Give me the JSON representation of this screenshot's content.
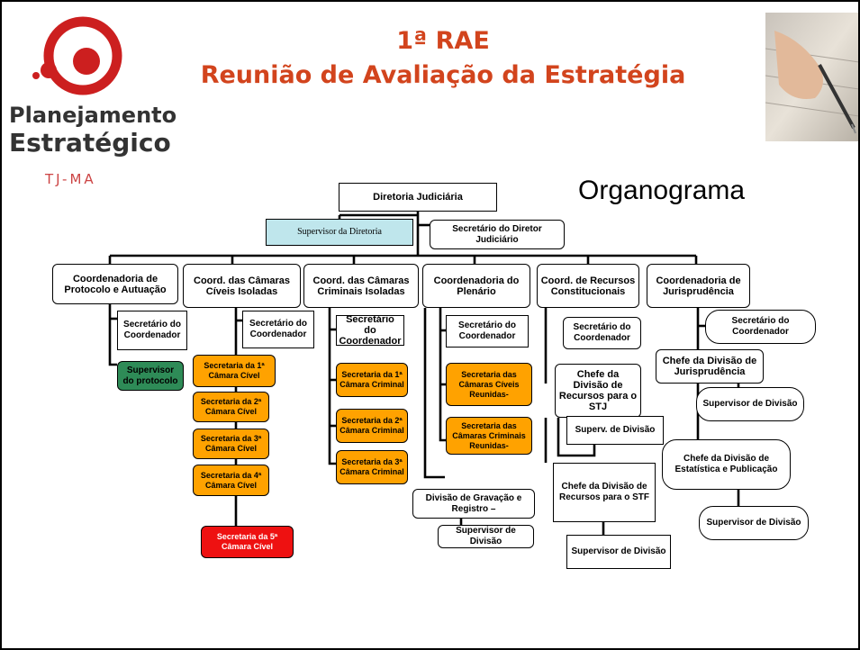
{
  "header": {
    "title_line1": "1ª RAE",
    "title_line2": "Reunião de Avaliação da Estratégia",
    "logo": {
      "line1": "Planejamento",
      "line2": "Estratégico",
      "line3": "TJ-MA",
      "icon": "target-dots-logo"
    },
    "photo": "hand-writing-pen-image"
  },
  "org_label": "Organograma",
  "nodes": {
    "diretoria": "Diretoria Judiciária",
    "supervisor_diretoria": "Supervisor da Diretoria",
    "secretario_diretor": "Secretário do Diretor Judiciário",
    "coord_protocolo": "Coordenadoria de Protocolo e Autuação",
    "sec_coord_protocolo": "Secretário do Coordenador",
    "supervisor_protocolo": "Supervisor do protocolo",
    "coord_civeis": "Coord. das Câmaras Cíveis Isoladas",
    "sec_coord_civeis": "Secretário do Coordenador",
    "sec_1_civel": "Secretaria da 1ª Câmara Cível",
    "sec_2_civel": "Secretaria da 2ª Câmara Cível",
    "sec_3_civel": "Secretaria da 3ª Câmara Cível",
    "sec_4_civel": "Secretaria da 4ª Câmara Cível",
    "sec_5_civel": "Secretaria da 5ª Câmara Cível",
    "coord_criminais": "Coord. das Câmaras Criminais Isoladas",
    "sec_coord_criminais": "Secretário do Coordenador",
    "sec_1_criminal": "Secretaria da 1ª Câmara Criminal",
    "sec_2_criminal": "Secretaria da 2ª Câmara Criminal",
    "sec_3_criminal": "Secretaria da 3ª Câmara Criminal",
    "coord_plenario": "Coordenadoria do Plenário",
    "sec_coord_plenario": "Secretário do Coordenador",
    "sec_civeis_reunidas": "Secretaria das Câmaras Cíveis Reunidas-",
    "sec_criminais_reunidas": "Secretaria das Câmaras Criminais Reunidas-",
    "div_gravacao": "Divisão de Gravação e Registro –",
    "sup_gravacao": "Supervisor de Divisão",
    "coord_recursos": "Coord. de Recursos Constitucionais",
    "sec_coord_recursos": "Secretário do Coordenador",
    "chefe_stj": "Chefe da Divisão de Recursos para o STJ",
    "sup_stj": "Superv. de Divisão",
    "chefe_stf": "Chefe da Divisão de Recursos para o STF",
    "sup_stf": "Supervisor de Divisão",
    "coord_jurisprudencia": "Coordenadoria de Jurisprudência",
    "sec_coord_jurisprudencia": "Secretário do Coordenador",
    "chefe_jurisprudencia": "Chefe da Divisão de Jurisprudência",
    "sup_jurisprudencia": "Supervisor de Divisão",
    "chefe_estatistica": "Chefe da Divisão de Estatística e Publicação",
    "sup_estatistica": "Supervisor de Divisão"
  },
  "colors": {
    "title": "#d2441d",
    "logo_red": "#cc1f1f",
    "orange_box": "#ffa200",
    "green_box": "#2e8b57",
    "red_box": "#ee1111",
    "blue_box": "#bfe6ec"
  }
}
